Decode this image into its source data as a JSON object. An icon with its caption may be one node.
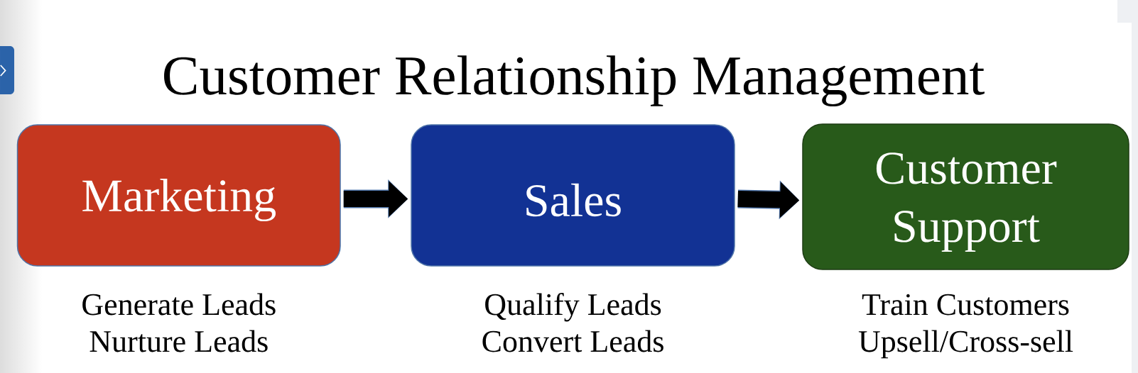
{
  "diagram": {
    "title": "Customer Relationship Management",
    "nodes": [
      {
        "text": [
          "Marketing"
        ],
        "beside": [
          "Generate Leads",
          "Nurture Leads"
        ]
      },
      {
        "text": [
          "Sales"
        ],
        "beside": [
          "Qualify Leads",
          "Convert Leads"
        ]
      },
      {
        "text": [
          "Customer Support"
        ],
        "beside": [
          "Train Customers",
          "Upsell/Cross-sell"
        ]
      }
    ],
    "edges": [
      {
        "from": 0,
        "to": 1,
        "arrow": "to"
      },
      {
        "from": 1,
        "to": 2,
        "arrow": "to"
      }
    ]
  }
}
